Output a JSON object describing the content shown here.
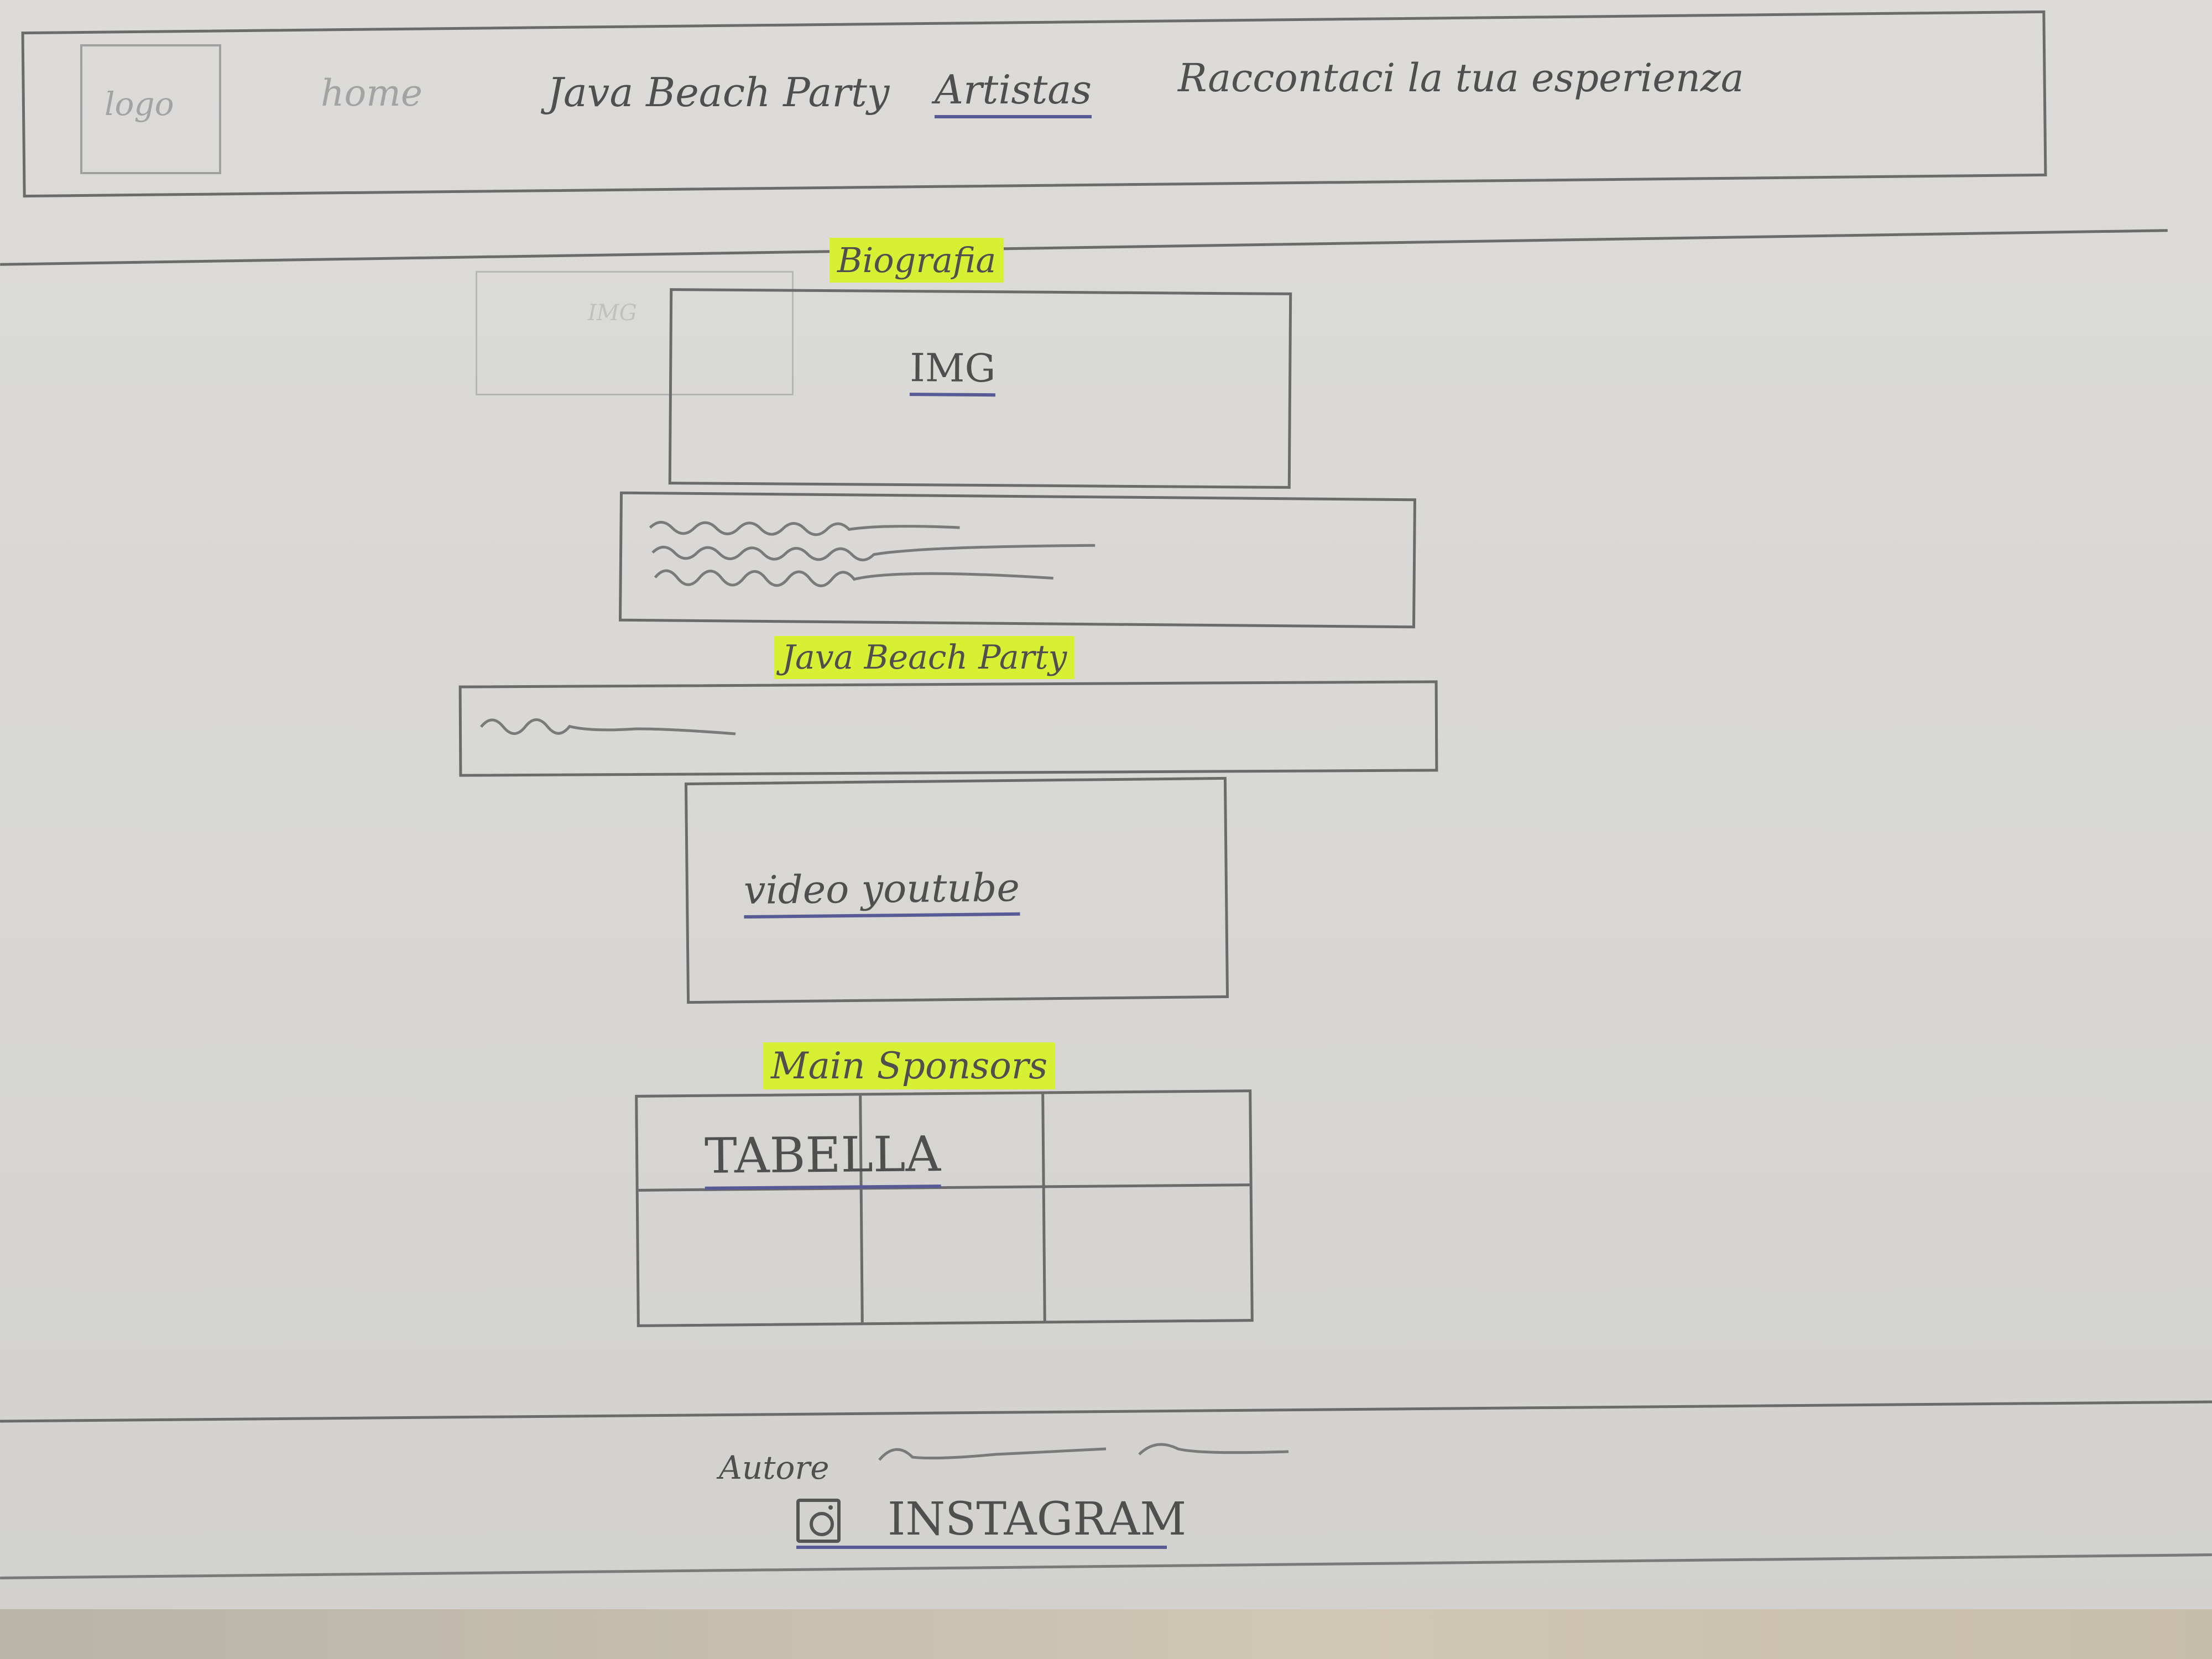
{
  "nav": {
    "logo": "logo",
    "items": [
      {
        "label": "home"
      },
      {
        "label": "Java Beach Party"
      },
      {
        "label": "Artistas"
      },
      {
        "label": "Raccontaci la tua esperienza"
      }
    ]
  },
  "sections": {
    "biografia": {
      "heading": "Biografia",
      "img_label": "IMG",
      "ghost_label": "IMG"
    },
    "jbp": {
      "heading": "Java Beach Party",
      "video_label": "video youtube"
    },
    "sponsors": {
      "heading": "Main Sponsors",
      "table_label": "TABELLA"
    }
  },
  "footer": {
    "author_label": "Autore",
    "instagram_label": "INSTAGRAM"
  },
  "colors": {
    "highlight": "#d8f034",
    "ink_underline": "#585a96",
    "pencil": "#6b6b6b"
  }
}
